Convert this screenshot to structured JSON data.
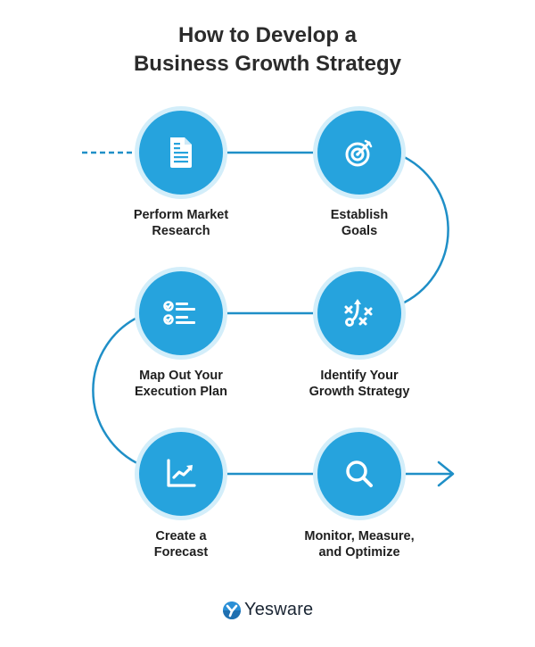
{
  "title": {
    "line1": "How to Develop a",
    "line2": "Business Growth Strategy"
  },
  "colors": {
    "accent": "#26a3dd",
    "halo": "#d3eefa",
    "connector": "#1f8fc7",
    "text": "#1f1f1f"
  },
  "steps": [
    {
      "icon": "document-icon",
      "line1": "Perform Market",
      "line2": "Research"
    },
    {
      "icon": "target-icon",
      "line1": "Establish",
      "line2": "Goals"
    },
    {
      "icon": "strategy-play-icon",
      "line1": "Identify Your",
      "line2": "Growth Strategy"
    },
    {
      "icon": "checklist-icon",
      "line1": "Map Out Your",
      "line2": "Execution Plan"
    },
    {
      "icon": "line-chart-icon",
      "line1": "Create a",
      "line2": "Forecast"
    },
    {
      "icon": "magnifier-icon",
      "line1": "Monitor, Measure,",
      "line2": "and Optimize"
    }
  ],
  "footer": {
    "brand": "Yesware"
  }
}
